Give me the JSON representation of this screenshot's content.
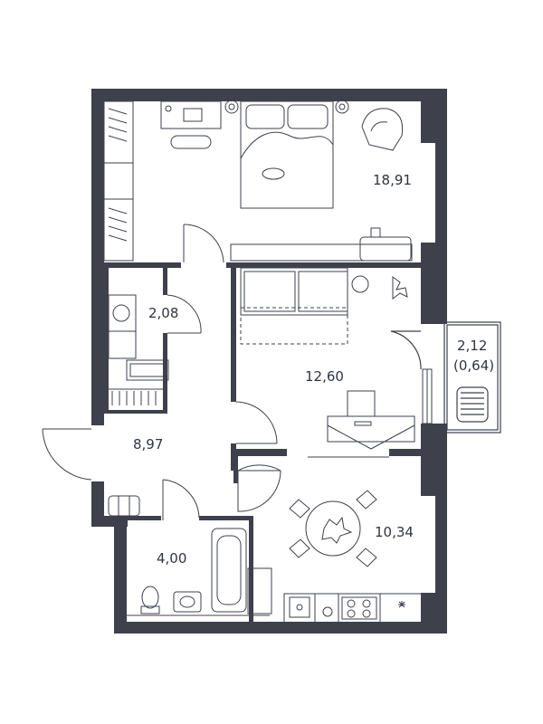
{
  "colors": {
    "wall": "#3e414c",
    "line": "#3e414c",
    "background": "#ffffff"
  },
  "rooms": {
    "bedroom": {
      "area": "18,91"
    },
    "storage": {
      "area": "2,08"
    },
    "living": {
      "area": "12,60"
    },
    "balcony": {
      "area": "2,12",
      "area_reduced": "(0,64)"
    },
    "hall": {
      "area": "8,97"
    },
    "kitchen": {
      "area": "10,34"
    },
    "bathroom": {
      "area": "4,00"
    }
  }
}
